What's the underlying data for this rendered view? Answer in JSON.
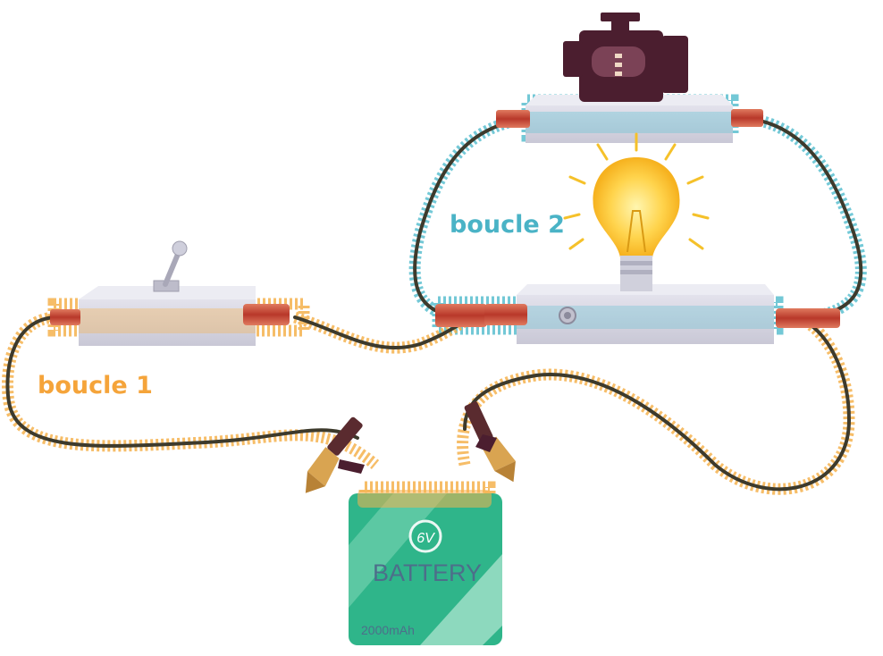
{
  "colors": {
    "loop1": "#f5b24e",
    "loop2": "#5bbfd0",
    "wire": "#3d3a2c",
    "box": "#d3d2de",
    "battery": "#2fb58a",
    "clamp": "#c24a3a",
    "engine": "#4b1e2f"
  },
  "labels": {
    "loop1": "boucle 1",
    "loop2": "boucle 2"
  },
  "battery": {
    "voltage": "6V",
    "label": "BATTERY",
    "capacity": "2000mAh"
  },
  "icons": [
    "toggle-switch-icon",
    "engine-icon",
    "light-bulb-icon",
    "battery-icon",
    "alligator-clip-icon"
  ]
}
